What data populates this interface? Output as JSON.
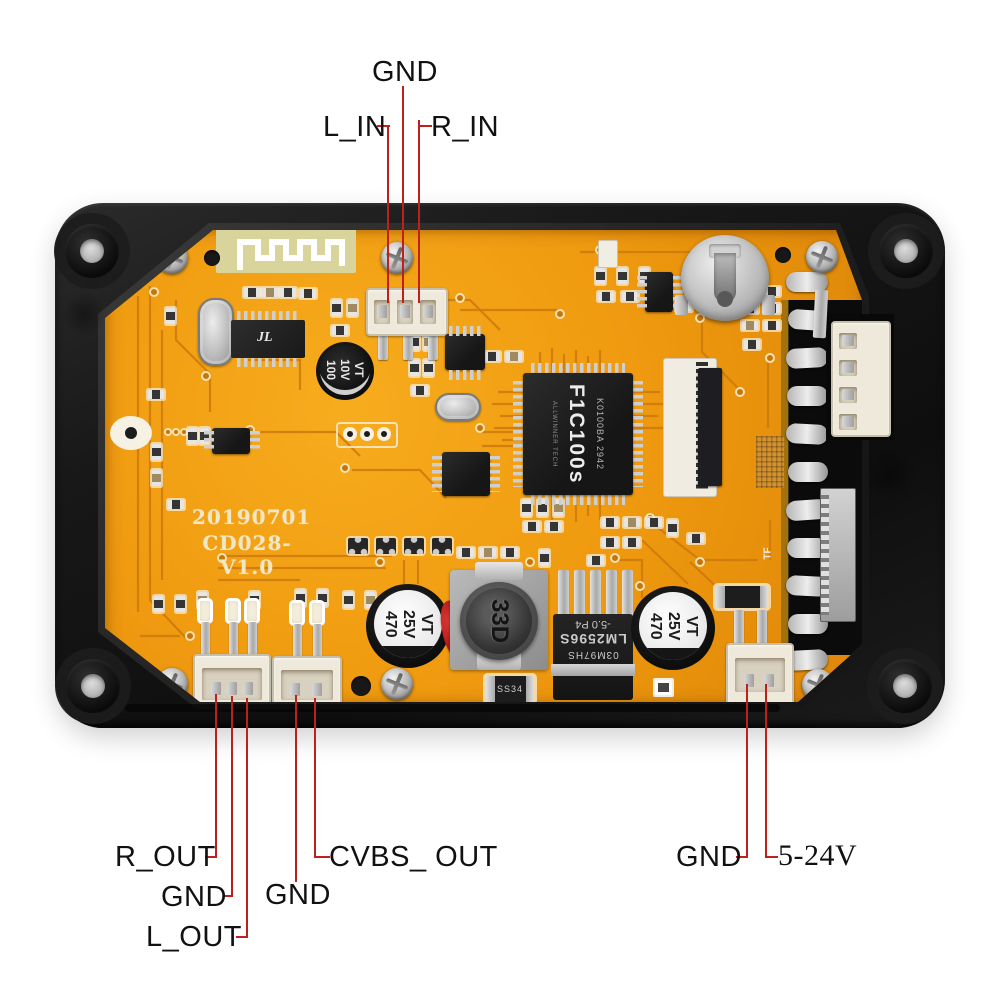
{
  "product": {
    "date_code": "20190701",
    "model": "CD028-V1.0"
  },
  "pin_labels": {
    "gnd_top": "GND",
    "l_in": "L_IN",
    "r_in": "R_IN",
    "r_out": "R_OUT",
    "gnd_left": "GND",
    "l_out": "L_OUT",
    "gnd_mid": "GND",
    "cvbs_out": "CVBS_ OUT",
    "gnd_power": "GND",
    "power_voltage": "5-24V"
  },
  "components": {
    "main_chip": {
      "brand": "ALLWINNER TECH",
      "part": "F1C100s",
      "lot": "K0100BA 2942"
    },
    "bt_chip_logo": "JL",
    "regulator_lines": [
      "03M97HS",
      "LM2596S",
      "-5.0 P4"
    ],
    "inductor_marking": "33D",
    "diode_marking": "SS34",
    "cap_470": [
      "470",
      "25V",
      "VT"
    ],
    "cap_100": [
      "100",
      "10V",
      "VT"
    ],
    "sd_label": "TF"
  },
  "colors": {
    "leader_line": "#c0201c",
    "pcb": "#f09b10",
    "frame": "#161616",
    "label_text": "#111111"
  }
}
